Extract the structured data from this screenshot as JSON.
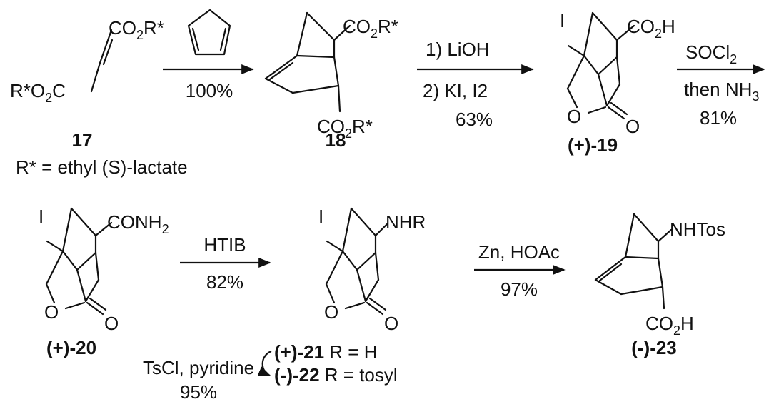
{
  "compounds": {
    "c17": {
      "label": "17",
      "groups": {
        "co2r_top": "CO2R*",
        "r_o2c": "R*O2C"
      },
      "note": "R* = ethyl (S)-lactate"
    },
    "c18": {
      "label": "18",
      "groups": {
        "co2r_top": "CO2R*",
        "co2r_bottom": "CO2R*"
      }
    },
    "c19": {
      "label": "(+)-19",
      "groups": {
        "iodo": "I",
        "acid": "CO2H",
        "ring_o": "O",
        "carbonyl_o": "O"
      }
    },
    "c20": {
      "label": "(+)-20",
      "groups": {
        "iodo": "I",
        "amide": "CONH2",
        "ring_o": "O",
        "carbonyl_o": "O"
      }
    },
    "c21": {
      "groups": {
        "iodo": "I",
        "amine": "NHR",
        "ring_o": "O",
        "carbonyl_o": "O"
      }
    },
    "c23": {
      "label": "(-)-23",
      "groups": {
        "amine": "NHTos",
        "acid": "CO2H"
      }
    }
  },
  "reactions": {
    "r1": {
      "reagent_label": "cyclopentadiene",
      "below": "100%"
    },
    "r2": {
      "above": "1) LiOH",
      "below": "2) KI, I2",
      "yield": "63%"
    },
    "r3": {
      "above": "SOCl2",
      "below": "then NH3",
      "yield": "81%"
    },
    "r4": {
      "above": "HTIB",
      "below": "82%"
    },
    "r5": {
      "above": "Zn, HOAc",
      "below": "97%"
    },
    "r6": {
      "reagent": "TsCl, pyridine",
      "yield": "95%",
      "from_label": "(+)-21",
      "from_text": " R = H",
      "to_label": "(-)-22",
      "to_text": " R =  tosyl"
    }
  }
}
